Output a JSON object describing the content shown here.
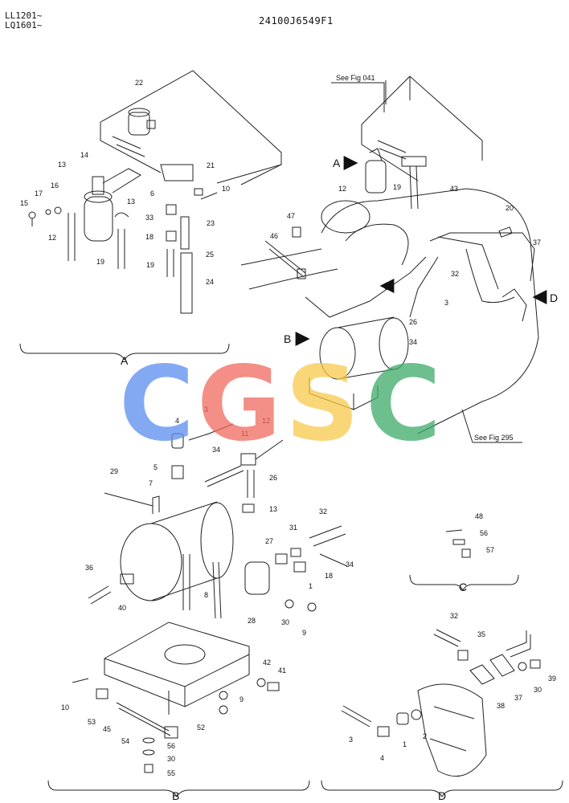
{
  "header": {
    "serial_line1": "LL1201~",
    "serial_line2": "LQ1601~",
    "document_number": "24100J6549F1"
  },
  "references": {
    "fig_upper": "See Fig 041",
    "fig_lower": "See Fig 295"
  },
  "view_markers": [
    "A",
    "B",
    "C",
    "D"
  ],
  "section_labels": {
    "A": "A",
    "B": "B",
    "C": "C",
    "D": "D"
  },
  "watermark": {
    "letters": [
      "C",
      "G",
      "S",
      "C"
    ],
    "colors": [
      "#5b8def",
      "#f06a5e",
      "#f7c94b",
      "#3daa67"
    ]
  },
  "callouts": {
    "A": [
      "22",
      "14",
      "13",
      "16",
      "17",
      "15",
      "12",
      "19",
      "13",
      "21",
      "10",
      "6",
      "33",
      "18",
      "23",
      "19",
      "25",
      "24"
    ],
    "main": [
      "47",
      "46",
      "12",
      "19",
      "43",
      "20",
      "37",
      "32",
      "3",
      "26",
      "34"
    ],
    "B": [
      "4",
      "3",
      "12",
      "11",
      "34",
      "26",
      "29",
      "5",
      "7",
      "13",
      "32",
      "27",
      "31",
      "36",
      "8",
      "18",
      "34",
      "1",
      "28",
      "30",
      "9",
      "40",
      "42",
      "41",
      "10",
      "53",
      "45",
      "54",
      "56",
      "30",
      "55",
      "52",
      "9"
    ],
    "C": [
      "48",
      "56",
      "57"
    ],
    "D": [
      "32",
      "35",
      "38",
      "37",
      "30",
      "39",
      "3",
      "4",
      "1",
      "2"
    ]
  }
}
